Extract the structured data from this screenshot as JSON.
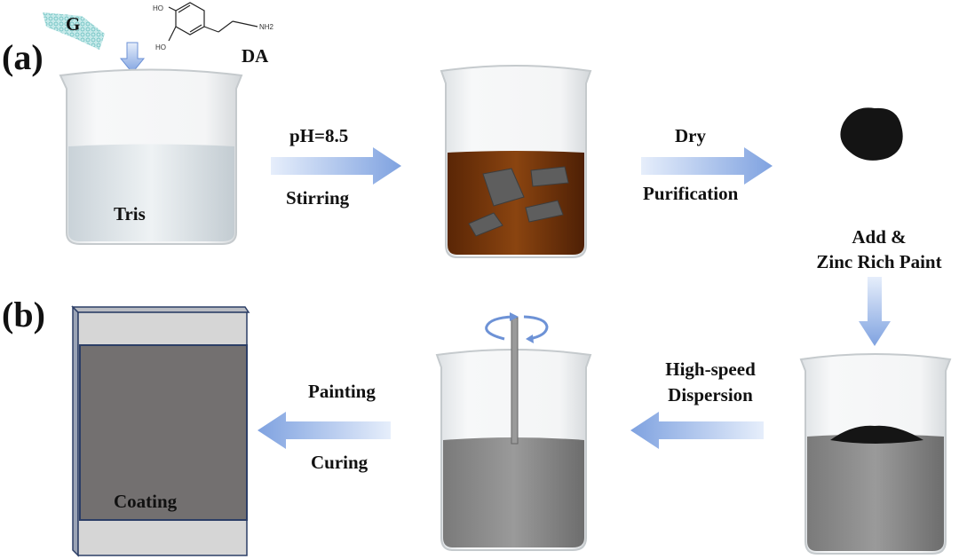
{
  "panels": {
    "a": "(a)",
    "b": "(b)"
  },
  "materials": {
    "graphene": "G",
    "dopamine": "DA",
    "dopamine_groups": [
      "HO",
      "HO",
      "NH2"
    ],
    "buffer": "Tris",
    "coating": "Coating"
  },
  "steps": {
    "step1": {
      "top": "pH=8.5",
      "bottom": "Stirring"
    },
    "step2": {
      "top": "Dry",
      "bottom": "Purification"
    },
    "step3": {
      "line1": "Add &",
      "line2": "Zinc Rich Paint"
    },
    "step4": {
      "line1": "High-speed",
      "line2": "Dispersion"
    },
    "step5": {
      "top": "Painting",
      "bottom": "Curing"
    }
  },
  "colors": {
    "arrow": "#8fb0e6",
    "amber": "#7a3a0c",
    "gray_paint": "#8a8a8a",
    "coating": "#737070",
    "panel_edge": "#2c3e66"
  }
}
